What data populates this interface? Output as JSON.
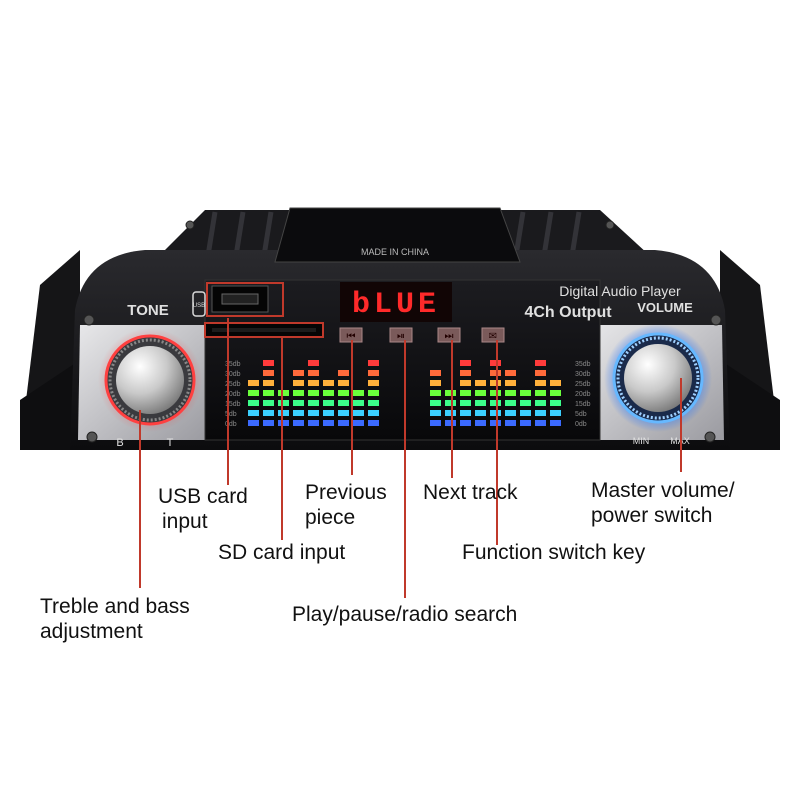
{
  "device": {
    "tone_label": "TONE",
    "usb_icon_text": "USB",
    "display_text": "bLUE",
    "brand_line_1": "Digital Audio Player",
    "brand_line_2": "4Ch Output",
    "volume_label": "VOLUME",
    "tone_knob_left": "B",
    "tone_knob_right": "T",
    "volume_min": "MIN",
    "volume_max": "MAX",
    "made_in": "MADE IN CHINA",
    "db_scale": [
      "35db",
      "30db",
      "25db",
      "20db",
      "15db",
      "5db",
      "0db"
    ],
    "colors": {
      "led_display": "#ff2a2a",
      "tone_glow": "#ff3030",
      "volume_glow": "#2a8cff",
      "callout_line": "#c0392b"
    },
    "buttons": [
      "previous-icon",
      "play-pause-icon",
      "next-icon",
      "function-icon"
    ]
  },
  "callouts": {
    "usb": [
      "USB card",
      "input"
    ],
    "sd": "SD card input",
    "previous": [
      "Previous",
      "piece"
    ],
    "next": "Next track",
    "function": "Function switch key",
    "play": "Play/pause/radio search",
    "tone": [
      "Treble and bass",
      "adjustment"
    ],
    "volume": [
      "Master volume/",
      "power switch"
    ]
  }
}
